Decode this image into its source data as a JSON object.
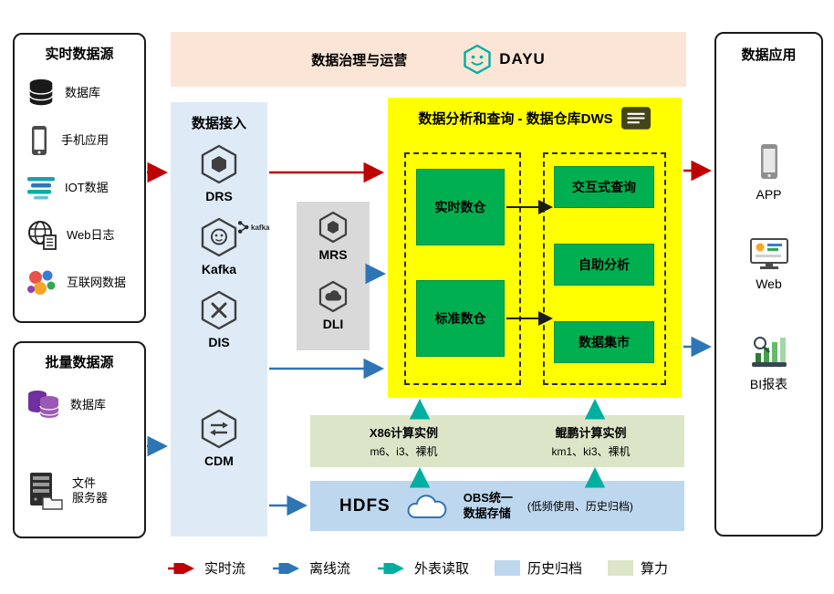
{
  "realtime_sources": {
    "title": "实时数据源",
    "items": [
      {
        "icon": "database-icon",
        "label": "数据库"
      },
      {
        "icon": "phone-icon",
        "label": "手机应用"
      },
      {
        "icon": "iot-icon",
        "label": "IOT数据"
      },
      {
        "icon": "web-log-icon",
        "label": "Web日志"
      },
      {
        "icon": "internet-data-icon",
        "label": "互联网数据"
      }
    ]
  },
  "batch_sources": {
    "title": "批量数据源",
    "items": [
      {
        "icon": "database-purple-icon",
        "label": "数据库"
      },
      {
        "icon": "file-server-icon",
        "label": "文件\n服务器"
      }
    ]
  },
  "governance": {
    "title": "数据治理与运营",
    "product": "DAYU"
  },
  "ingestion": {
    "title": "数据接入",
    "items": [
      {
        "icon": "drs-icon",
        "label": "DRS"
      },
      {
        "icon": "kafka-icon",
        "label": "Kafka",
        "logo_text": "kafka"
      },
      {
        "icon": "dis-icon",
        "label": "DIS"
      },
      {
        "icon": "cdm-icon",
        "label": "CDM"
      }
    ]
  },
  "middleware": {
    "items": [
      {
        "icon": "mrs-icon",
        "label": "MRS"
      },
      {
        "icon": "dli-icon",
        "label": "DLI"
      }
    ]
  },
  "dws": {
    "title": "数据分析和查询 - 数据仓库DWS",
    "warehouses": [
      {
        "label": "实时数仓"
      },
      {
        "label": "标准数仓"
      }
    ],
    "services": [
      {
        "label": "交互式查询"
      },
      {
        "label": "自助分析"
      },
      {
        "label": "数据集市"
      }
    ]
  },
  "compute": {
    "x86_title": "X86计算实例",
    "x86_spec": "m6、i3、裸机",
    "kunpeng_title": "鲲鹏计算实例",
    "kunpeng_spec": "km1、ki3、裸机"
  },
  "storage": {
    "hdfs_label": "HDFS",
    "obs_title": "OBS统一\n数据存储",
    "obs_note": "(低频使用、历史归档)"
  },
  "applications": {
    "title": "数据应用",
    "items": [
      {
        "icon": "app-icon",
        "label": "APP"
      },
      {
        "icon": "web-icon",
        "label": "Web"
      },
      {
        "icon": "bi-report-icon",
        "label": "BI报表"
      }
    ]
  },
  "legend": {
    "items": [
      {
        "type": "arrow",
        "color": "#C00000",
        "label": "实时流"
      },
      {
        "type": "arrow",
        "color": "#2E75B6",
        "label": "离线流"
      },
      {
        "type": "arrow",
        "color": "#00AFA0",
        "label": "外表读取"
      },
      {
        "type": "swatch",
        "color": "#BDD7EE",
        "label": "历史归档"
      },
      {
        "type": "swatch",
        "color": "#DCE5C8",
        "label": "算力"
      }
    ]
  },
  "colors": {
    "realtime_flow": "#C00000",
    "offline_flow": "#2E75B6",
    "external_read": "#00AFA0",
    "archive_bg": "#BDD7EE",
    "compute_bg": "#DCE5C8",
    "dws_bg": "#FFFF00",
    "service_green": "#00B050",
    "ingestion_bg": "#DEEBF7",
    "governance_bg": "#FBE5D6",
    "middleware_bg": "#D9D9D9"
  }
}
